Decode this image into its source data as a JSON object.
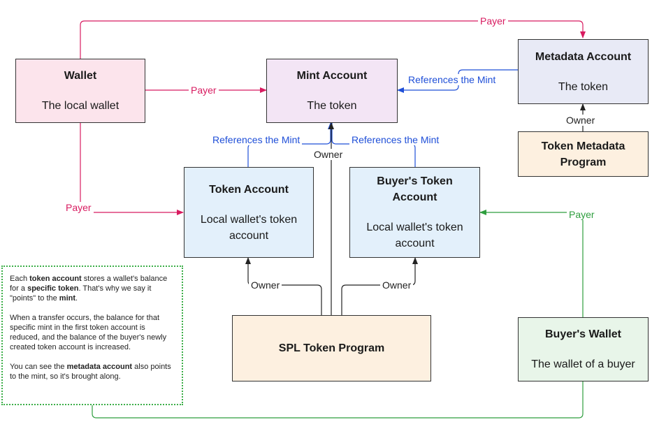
{
  "nodes": {
    "wallet": {
      "title": "Wallet",
      "subtitle": "The local wallet"
    },
    "mint": {
      "title": "Mint Account",
      "subtitle": "The token"
    },
    "metadata": {
      "title": "Metadata Account",
      "subtitle": "The token"
    },
    "token_metadata_program": {
      "title": "Token Metadata Program"
    },
    "token_account": {
      "title": "Token Account",
      "subtitle": "Local wallet's token account"
    },
    "buyers_token_account": {
      "title": "Buyer's Token Account",
      "subtitle": "Local wallet's token account"
    },
    "spl_token_program": {
      "title": "SPL Token Program"
    },
    "buyers_wallet": {
      "title": "Buyer's Wallet",
      "subtitle": "The wallet of a buyer"
    }
  },
  "edge_labels": {
    "payer_top": "Payer",
    "payer_wallet_mint": "Payer",
    "payer_wallet_token": "Payer",
    "payer_buyer": "Payer",
    "references_meta": "References the Mint",
    "references_token": "References the Mint",
    "references_buyer": "References the Mint",
    "owner_mint": "Owner",
    "owner_meta": "Owner",
    "owner_token": "Owner",
    "owner_buyer": "Owner"
  },
  "note": {
    "p1": {
      "a": "Each ",
      "b": "token account",
      "c": " stores a wallet's balance for a ",
      "d": "specific token",
      "e": ". That's why we say it \"points\" to the ",
      "f": "mint",
      "g": "."
    },
    "p2": "When a transfer occurs, the balance for that specific mint in the first token account is reduced, and the balance of the buyer's newly created token account is increased.",
    "p3": {
      "a": "You can see the ",
      "b": "metadata account",
      "c": " also points to the mint, so it's brought along."
    }
  },
  "colors": {
    "payer": "#d81b60",
    "references": "#1f4fd8",
    "owner": "#222222",
    "buyer_payer": "#2e9e3e"
  }
}
